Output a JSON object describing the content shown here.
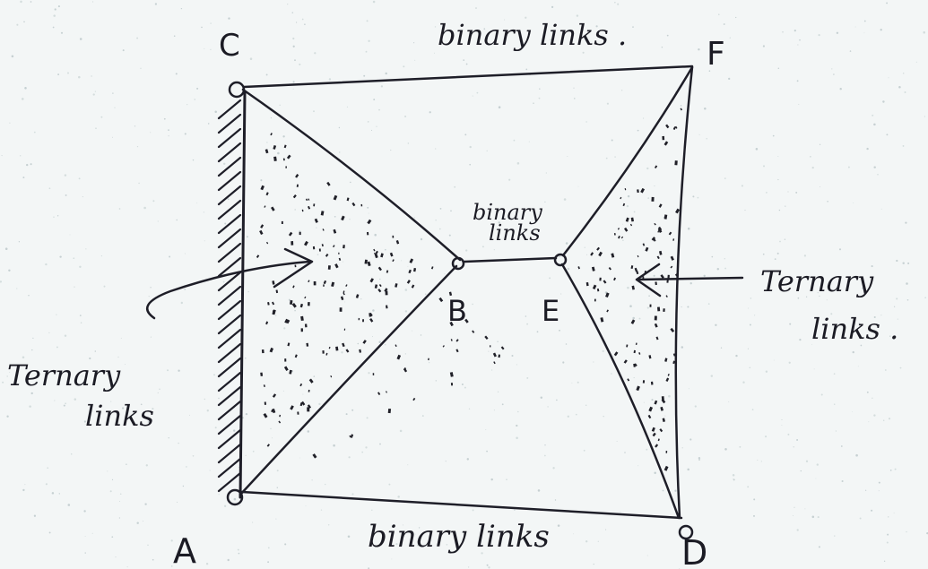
{
  "diagram": {
    "labels": {
      "top_binary": "binary links .",
      "middle_binary_line1": "binary",
      "middle_binary_line2": "links",
      "bottom_binary": "binary links",
      "left_ternary_line1": "Ternary",
      "left_ternary_line2": "links",
      "right_ternary_line1": "Ternary",
      "right_ternary_line2": "links ."
    },
    "points": {
      "a": "A",
      "b": "B",
      "c": "C",
      "d": "D",
      "e": "E",
      "f": "F"
    },
    "colors": {
      "ink": "#1e1e28",
      "paper": "#f3f6f6"
    }
  }
}
